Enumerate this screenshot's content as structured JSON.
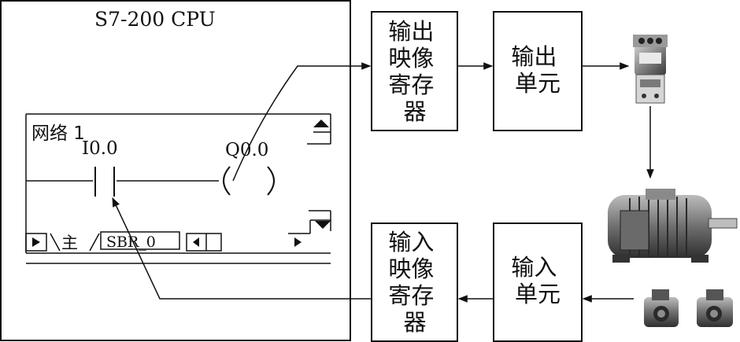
{
  "cpu": {
    "title": "S7-200 CPU"
  },
  "ladder": {
    "network_label": "网络 1",
    "contact_label": "I0.0",
    "coil_label": "Q0.0",
    "tabs": {
      "main": "主",
      "sbr": "SBR_0"
    }
  },
  "blocks": {
    "output_image": [
      "输出",
      "映像",
      "寄存",
      "器"
    ],
    "output_unit": [
      "输出",
      "单元"
    ],
    "input_image": [
      "输入",
      "映像",
      "寄存",
      "器"
    ],
    "input_unit": [
      "输入",
      "单元"
    ]
  },
  "devices": [
    "contactor-icon",
    "motor-icon",
    "sensor-icon",
    "sensor-icon"
  ]
}
